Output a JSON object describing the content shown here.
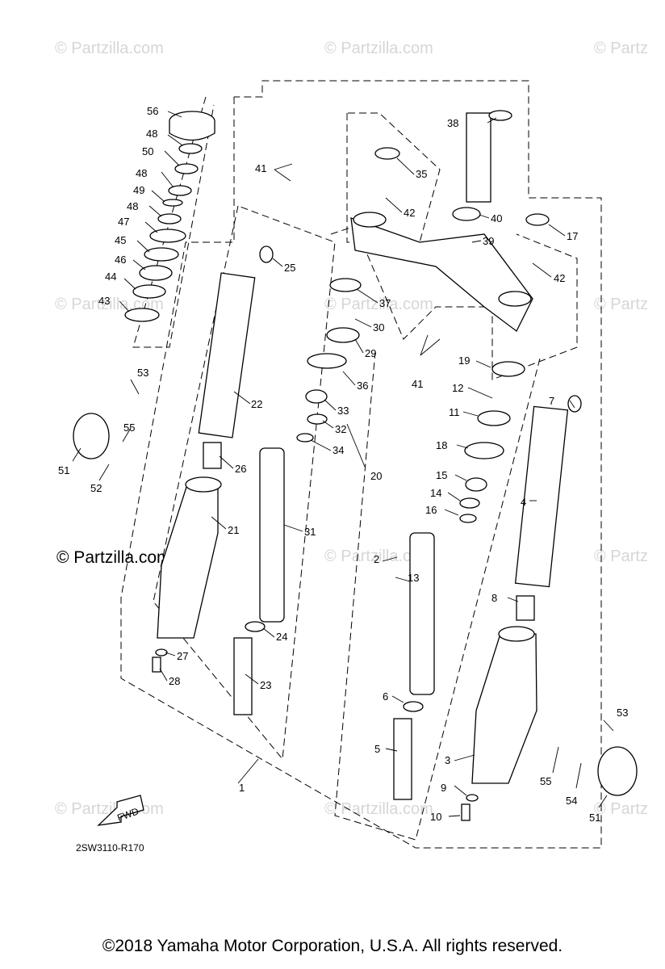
{
  "watermarks": {
    "faint": "© Partzilla.com",
    "faint_cut": "© Partz",
    "strong": "© Partzilla.com"
  },
  "diagram_code": "2SW3110-R170",
  "fwd_label": "FWD",
  "copyright": "©2018  Yamaha Motor Corporation, U.S.A. All rights reserved.",
  "callouts": {
    "p1": "1",
    "p2": "2",
    "p3": "3",
    "p4": "4",
    "p5": "5",
    "p6": "6",
    "p7": "7",
    "p8": "8",
    "p9": "9",
    "p10": "10",
    "p11": "11",
    "p12": "12",
    "p13": "13",
    "p14": "14",
    "p15": "15",
    "p16": "16",
    "p17": "17",
    "p18": "18",
    "p19": "19",
    "p20": "20",
    "p21": "21",
    "p22": "22",
    "p23": "23",
    "p24": "24",
    "p25": "25",
    "p26": "26",
    "p27": "27",
    "p28": "28",
    "p29": "29",
    "p30": "30",
    "p31": "31",
    "p32": "32",
    "p33": "33",
    "p34": "34",
    "p35": "35",
    "p36": "36",
    "p37": "37",
    "p38": "38",
    "p39": "39",
    "p40": "40",
    "p41": "41",
    "p42": "42",
    "p43": "43",
    "p44": "44",
    "p45": "45",
    "p46": "46",
    "p47": "47",
    "p48": "48",
    "p49": "49",
    "p50": "50",
    "p51": "51",
    "p52": "52",
    "p53": "53",
    "p54": "54",
    "p55": "55",
    "p56": "56"
  }
}
